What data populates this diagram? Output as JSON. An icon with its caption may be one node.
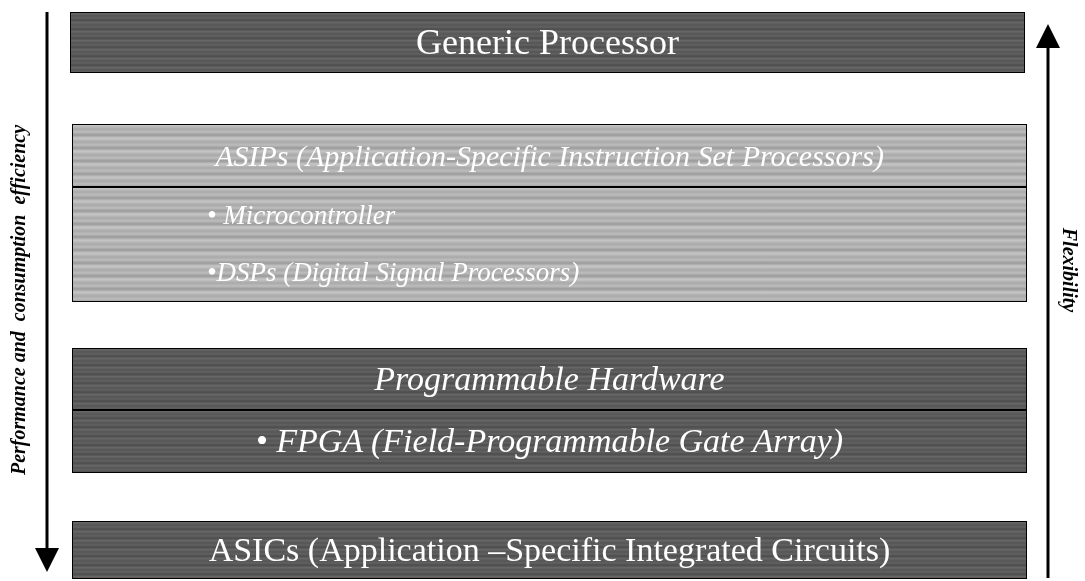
{
  "diagram": {
    "nodes": [
      {
        "text": [
          "Generic Processor"
        ]
      },
      {
        "text": [
          "ASIPs (Application-Specific Instruction Set Processors)"
        ]
      },
      {
        "text": [
          "• Microcontroller",
          "•DSPs (Digital Signal Processors)"
        ]
      },
      {
        "text": [
          "Programmable Hardware"
        ]
      },
      {
        "text": [
          "• FPGA (Field-Programmable Gate Array)"
        ]
      },
      {
        "text": [
          "ASICs (Application –Specific Integrated Circuits)"
        ]
      }
    ],
    "labels": [
      "Performance and  consumption  efficiency",
      "Flexibility"
    ]
  }
}
